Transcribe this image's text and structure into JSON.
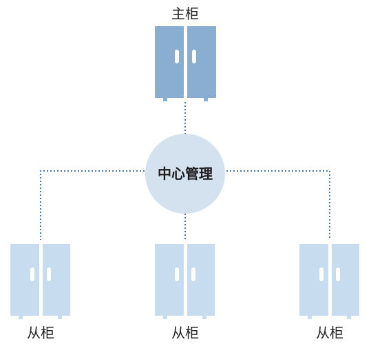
{
  "main_cabinet": {
    "label": "主柜",
    "color": "#8aaed1"
  },
  "center": {
    "label": "中心管理",
    "color": "#d4e2ef"
  },
  "sub_cabinets": [
    {
      "label": "从柜"
    },
    {
      "label": "从柜"
    },
    {
      "label": "从柜"
    }
  ],
  "sub_cabinet_color": "#c7dcee",
  "connector_color": "#4a79a8"
}
